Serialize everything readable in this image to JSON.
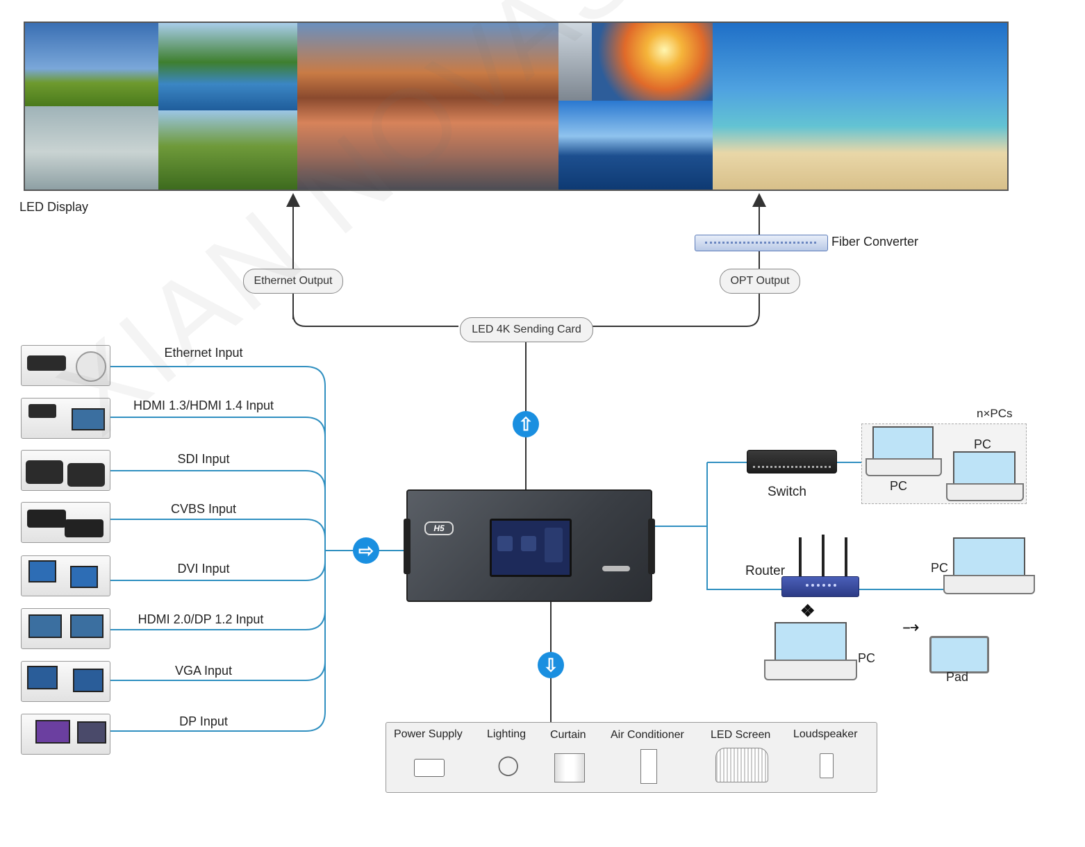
{
  "display": {
    "label": "LED Display"
  },
  "outputs": {
    "ethernet": "Ethernet Output",
    "opt": "OPT Output",
    "sending_card": "LED 4K Sending Card",
    "fiber_converter": "Fiber Converter"
  },
  "inputs": [
    {
      "label": "Ethernet Input",
      "icon": "camera-icon"
    },
    {
      "label": "HDMI 1.3/HDMI 1.4  Input",
      "icon": "projector-laptop-icon"
    },
    {
      "label": "SDI Input",
      "icon": "camcorder-icon"
    },
    {
      "label": "CVBS Input",
      "icon": "converter-box-icon"
    },
    {
      "label": "DVI Input",
      "icon": "desktop-pc-icon"
    },
    {
      "label": "HDMI 2.0/DP 1.2 Input",
      "icon": "laptop-icon"
    },
    {
      "label": "VGA Input",
      "icon": "desktop-pc-icon"
    },
    {
      "label": "DP Input",
      "icon": "monitor-icon"
    }
  ],
  "device": {
    "brand": "H5"
  },
  "network": {
    "switch": "Switch",
    "router": "Router",
    "group_label": "n×PCs",
    "pc": "PC",
    "pad": "Pad"
  },
  "controls": [
    {
      "label": "Power Supply",
      "icon": "power-strip-icon"
    },
    {
      "label": "Lighting",
      "icon": "lightbulb-icon"
    },
    {
      "label": "Curtain",
      "icon": "curtain-icon"
    },
    {
      "label": "Air Conditioner",
      "icon": "air-conditioner-icon"
    },
    {
      "label": "LED Screen",
      "icon": "curved-screen-icon"
    },
    {
      "label": "Loudspeaker",
      "icon": "speaker-icon"
    }
  ],
  "colors": {
    "line": "#2f8fc0",
    "arrow": "#1a8fe0",
    "wire": "#333333"
  }
}
